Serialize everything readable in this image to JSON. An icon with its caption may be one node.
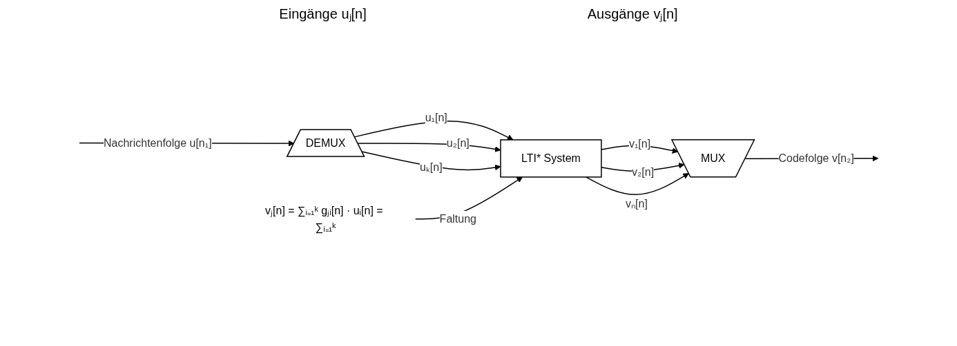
{
  "diagram": {
    "nodes": [
      {
        "text": [
          "DEMUX"
        ]
      },
      {
        "text": [
          "LTI* System"
        ]
      },
      {
        "text": [
          "MUX"
        ]
      },
      {
        "text": [
          "vⱼ[n] = ∑ᵢ₌₁ᵏ gⱼᵢ[n] · uᵢ[n] = ∑ᵢ₌₁ᵏ"
        ]
      }
    ],
    "edges": [
      {
        "from": null,
        "to": 0,
        "arrow": "to",
        "label": "Nachrichtenfolge u[n₁]"
      },
      {
        "from": 0,
        "to": 1,
        "arrow": "to",
        "label": "u₁[n]"
      },
      {
        "from": 0,
        "to": 1,
        "arrow": "to",
        "label": "u₂[n]"
      },
      {
        "from": 0,
        "to": 1,
        "arrow": "to",
        "label": "uₖ[n]"
      },
      {
        "from": 1,
        "to": 2,
        "arrow": "to",
        "label": "v₁[n]"
      },
      {
        "from": 1,
        "to": 2,
        "arrow": "to",
        "label": "v₂[n]"
      },
      {
        "from": 1,
        "to": 2,
        "arrow": "to",
        "label": "vₙ[n]"
      },
      {
        "from": 2,
        "to": null,
        "arrow": "to",
        "label": "Codefolge v[n₂]"
      },
      {
        "from": 3,
        "to": 1,
        "arrow": "to",
        "label": "Faltung"
      }
    ],
    "labels": [
      "Eingänge uⱼ[n]",
      "Ausgänge vⱼ[n]"
    ]
  }
}
